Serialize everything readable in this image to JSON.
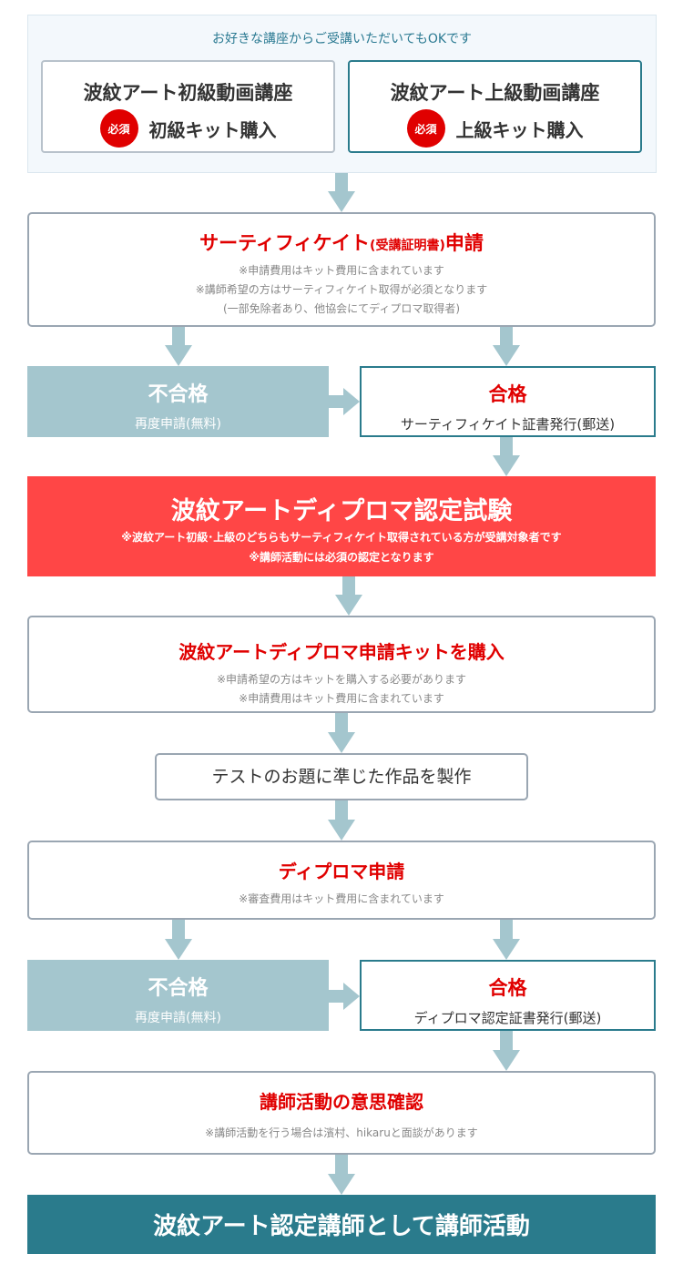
{
  "top": {
    "note": "お好きな講座からご受講いただいてもOKです",
    "courses": [
      {
        "title": "波紋アート初級動画講座",
        "badge": "必須",
        "kit": "初級キット購入"
      },
      {
        "title": "波紋アート上級動画講座",
        "badge": "必須",
        "kit": "上級キット購入"
      }
    ]
  },
  "certificate": {
    "title_main": "サーティフィケイト",
    "title_paren": "(受講証明書)",
    "title_end": "申請",
    "notes": [
      "※申請費用はキット費用に含まれています",
      "※講師希望の方はサーティフィケイト取得が必須となります",
      "(一部免除者あり、他協会にてディプロマ取得者)"
    ]
  },
  "result1": {
    "fail_title": "不合格",
    "fail_sub": "再度申請(無料)",
    "pass_title": "合格",
    "pass_sub": "サーティフィケイト証書発行(郵送)"
  },
  "exam": {
    "title": "波紋アートディプロマ認定試験",
    "note1": "※波紋アート初級･上級のどちらもサーティフィケイト取得されている方が受講対象者です",
    "note2": "※講師活動には必須の認定となります"
  },
  "kit": {
    "title": "波紋アートディプロマ申請キットを購入",
    "notes": [
      "※申請希望の方はキットを購入する必要があります",
      "※申請費用はキット費用に含まれています"
    ]
  },
  "work": {
    "label": "テストのお題に準じた作品を製作"
  },
  "diploma": {
    "title": "ディプロマ申請",
    "note": "※審査費用はキット費用に含まれています"
  },
  "result2": {
    "fail_title": "不合格",
    "fail_sub": "再度申請(無料)",
    "pass_title": "合格",
    "pass_sub": "ディプロマ認定証書発行(郵送)"
  },
  "confirm": {
    "title": "講師活動の意思確認",
    "note": "※講師活動を行う場合は濱村、hikaruと面談があります"
  },
  "final": {
    "label": "波紋アート認定講師として講師活動"
  },
  "colors": {
    "required_red": "#e00000",
    "exam_red": "#ff4646",
    "teal": "#2a7b8c",
    "arrow": "#a4c6ce",
    "fail_bg": "#a4c6ce"
  }
}
